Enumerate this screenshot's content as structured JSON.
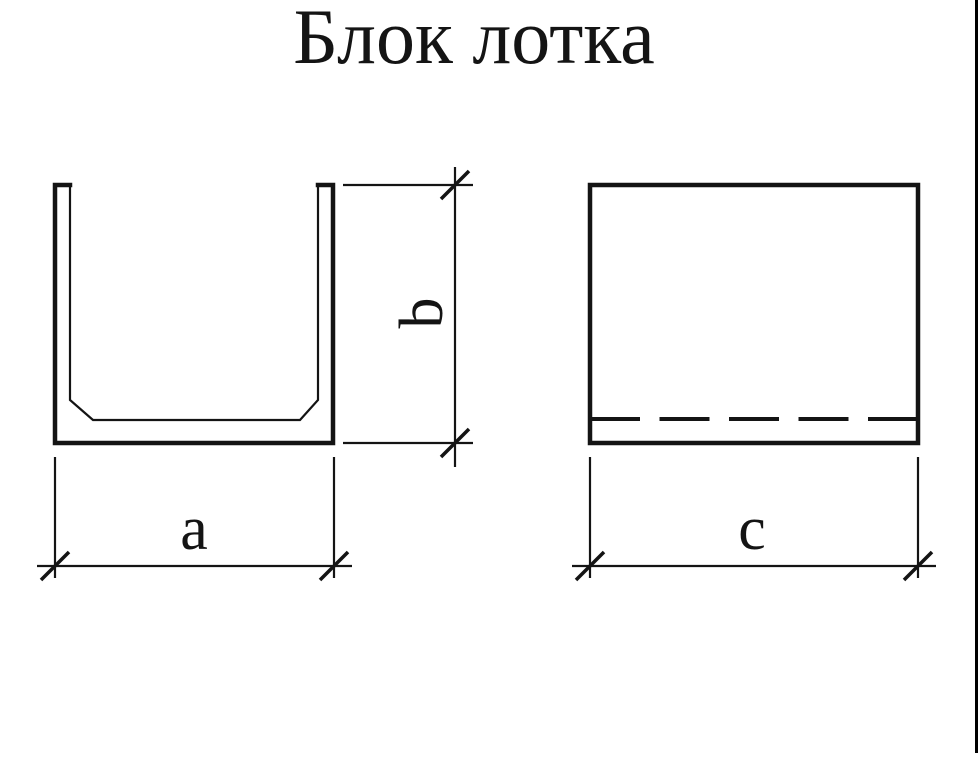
{
  "title": "Блок лотка",
  "page": {
    "background_color": "#ffffff",
    "edge_line_color": "#000000"
  },
  "drawing": {
    "line_color": "#141414",
    "views": [
      {
        "id": "front-view",
        "shape": "u-channel-cross-section"
      },
      {
        "id": "side-view",
        "shape": "rectangle-with-hidden-bottom-line"
      }
    ],
    "dimensions": {
      "a": {
        "label": "a"
      },
      "b": {
        "label": "b"
      },
      "c": {
        "label": "c"
      }
    }
  }
}
